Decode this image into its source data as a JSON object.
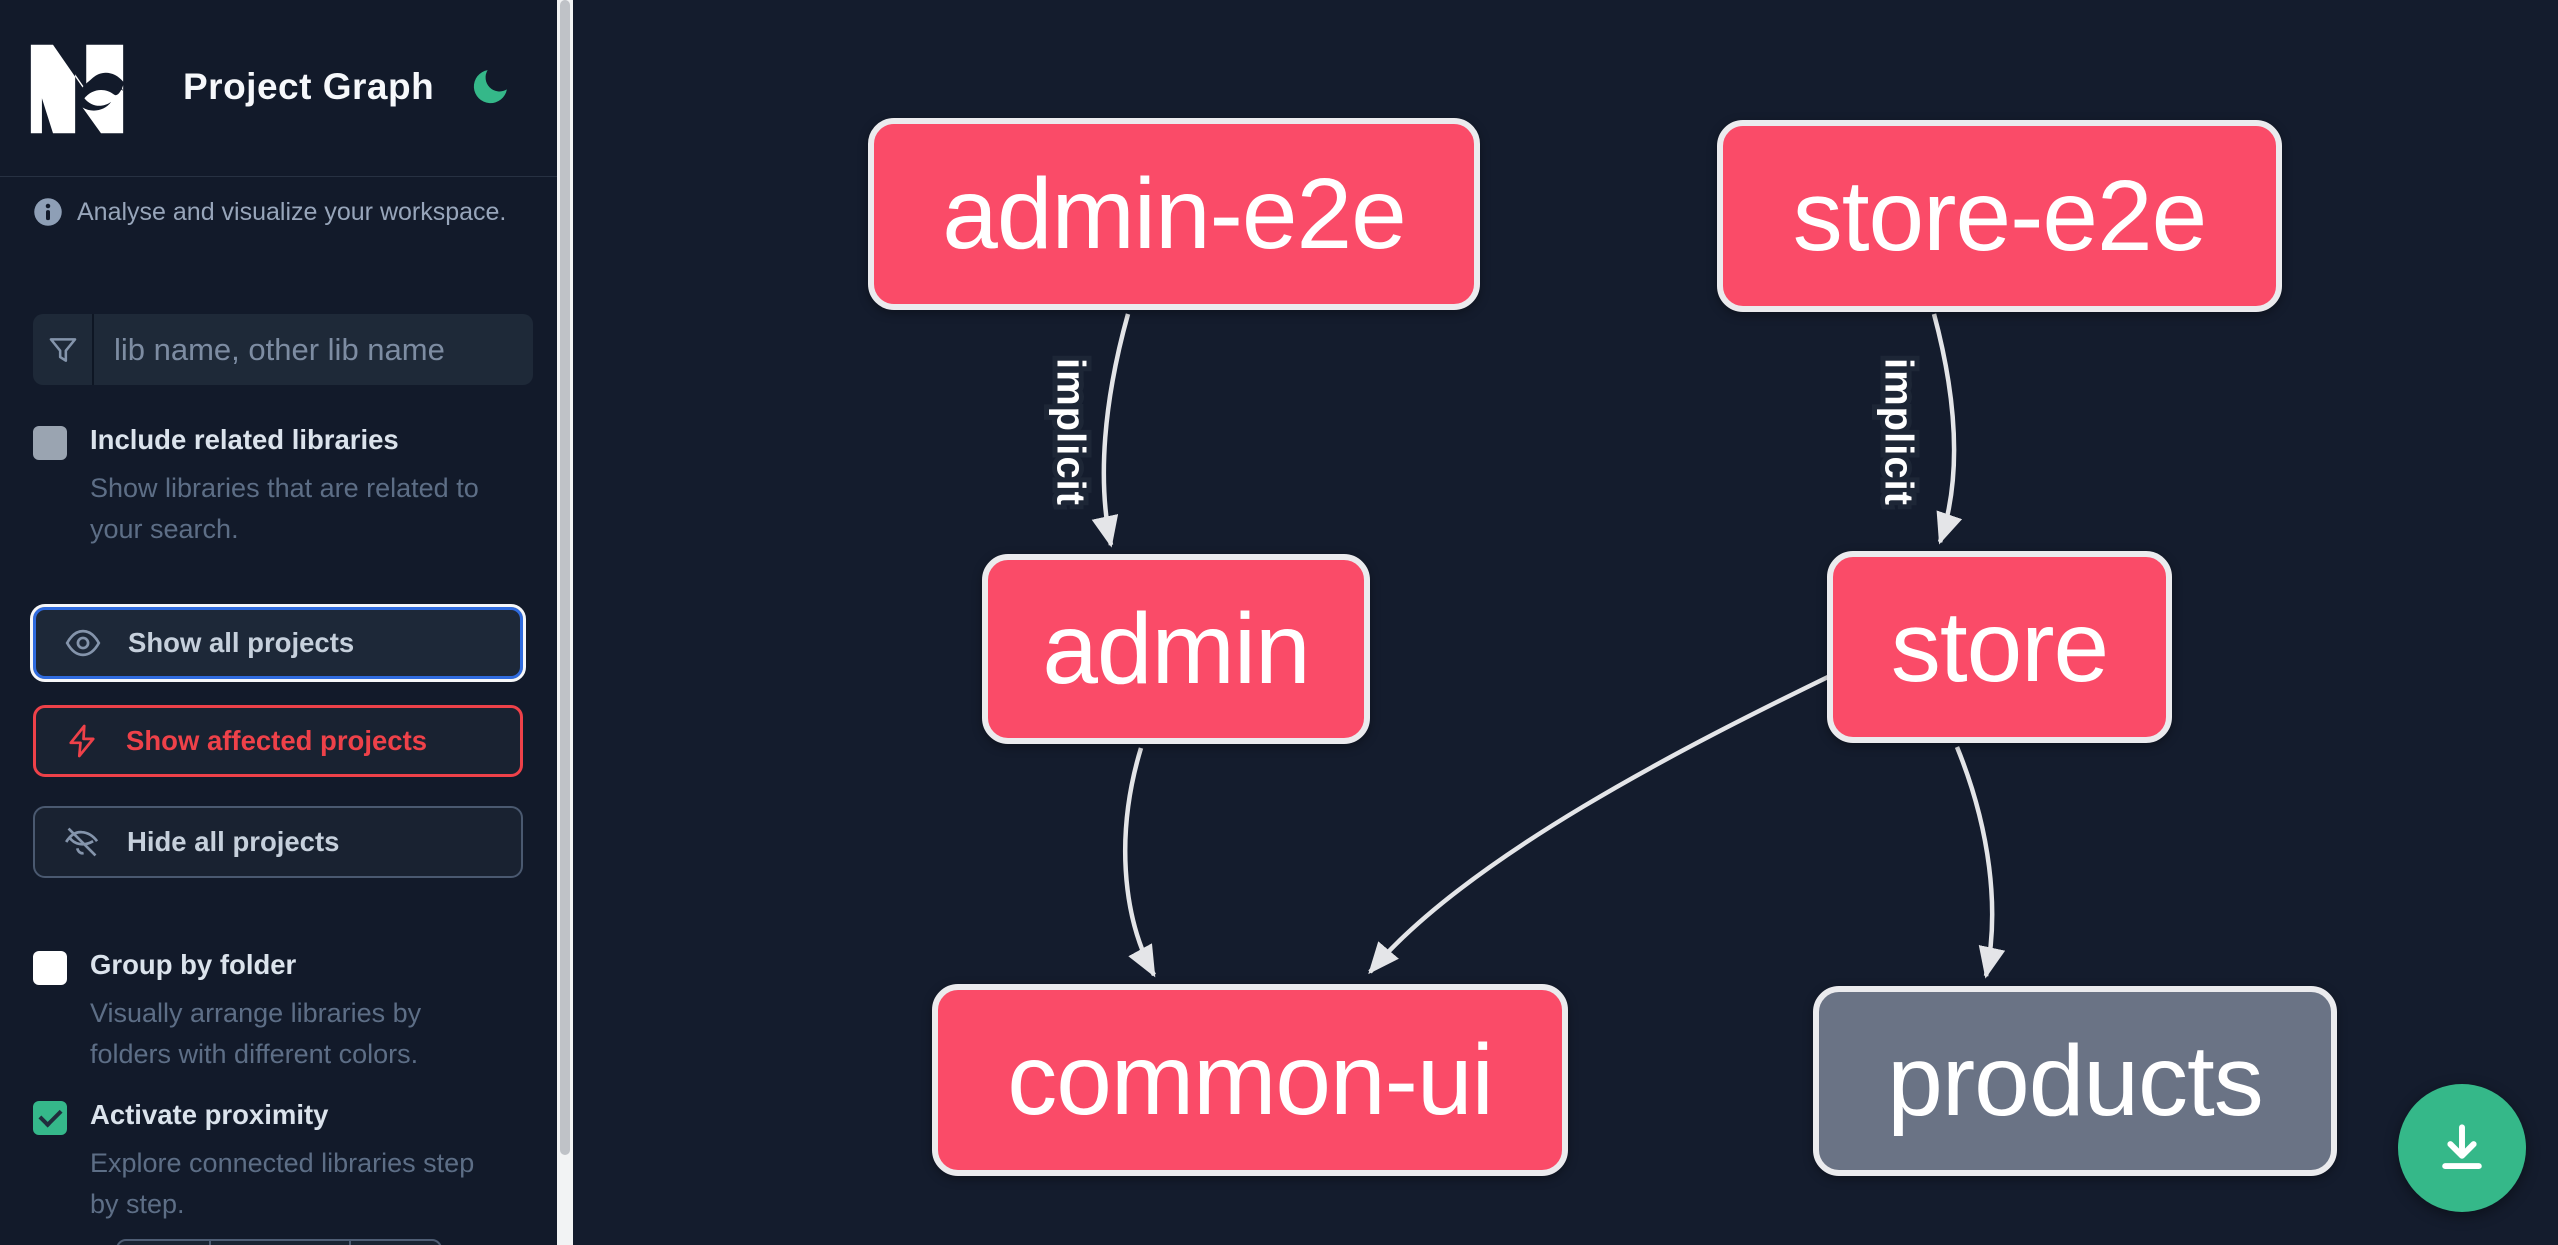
{
  "app": {
    "title": "Project Graph"
  },
  "sidebar": {
    "info_text": "Analyse and visualize your workspace.",
    "search": {
      "placeholder": "lib name, other lib name"
    },
    "toggles": [
      {
        "label": "Include related libraries",
        "description": "Show libraries that are related to\nyour search.",
        "checked": false,
        "checkbox_style": "gray"
      },
      {
        "label": "Group by folder",
        "description": "Visually arrange libraries by\nfolders with different colors.",
        "checked": false,
        "checkbox_style": "white"
      },
      {
        "label": "Activate proximity",
        "description": "Explore connected libraries step\nby step.",
        "checked": true,
        "checkbox_style": "green"
      }
    ],
    "buttons": [
      {
        "label": "Show all projects",
        "icon": "eye-icon",
        "state": "focused"
      },
      {
        "label": "Show affected projects",
        "icon": "bolt-icon",
        "state": "danger"
      },
      {
        "label": "Hide all projects",
        "icon": "eye-off-icon",
        "state": "default"
      }
    ]
  },
  "graph": {
    "nodes": [
      {
        "id": "admin-e2e",
        "label": "admin-e2e",
        "color": "pink"
      },
      {
        "id": "store-e2e",
        "label": "store-e2e",
        "color": "pink"
      },
      {
        "id": "admin",
        "label": "admin",
        "color": "pink"
      },
      {
        "id": "store",
        "label": "store",
        "color": "pink"
      },
      {
        "id": "common-ui",
        "label": "common-ui",
        "color": "pink"
      },
      {
        "id": "products",
        "label": "products",
        "color": "gray"
      }
    ],
    "edges": [
      {
        "from": "admin-e2e",
        "to": "admin",
        "label": "implicit"
      },
      {
        "from": "store-e2e",
        "to": "store",
        "label": "implicit"
      },
      {
        "from": "admin",
        "to": "common-ui",
        "label": ""
      },
      {
        "from": "store",
        "to": "common-ui",
        "label": ""
      },
      {
        "from": "store",
        "to": "products",
        "label": ""
      }
    ]
  },
  "fab": {
    "icon": "download-icon"
  },
  "colors": {
    "background": "#141c2d",
    "node_pink": "#fa4b68",
    "node_gray": "#6a7385",
    "node_border": "#ebebee",
    "edge": "#e4e5e8",
    "accent_green": "#35b889",
    "accent_red": "#ee4149",
    "accent_blue": "#2f6bdf"
  }
}
